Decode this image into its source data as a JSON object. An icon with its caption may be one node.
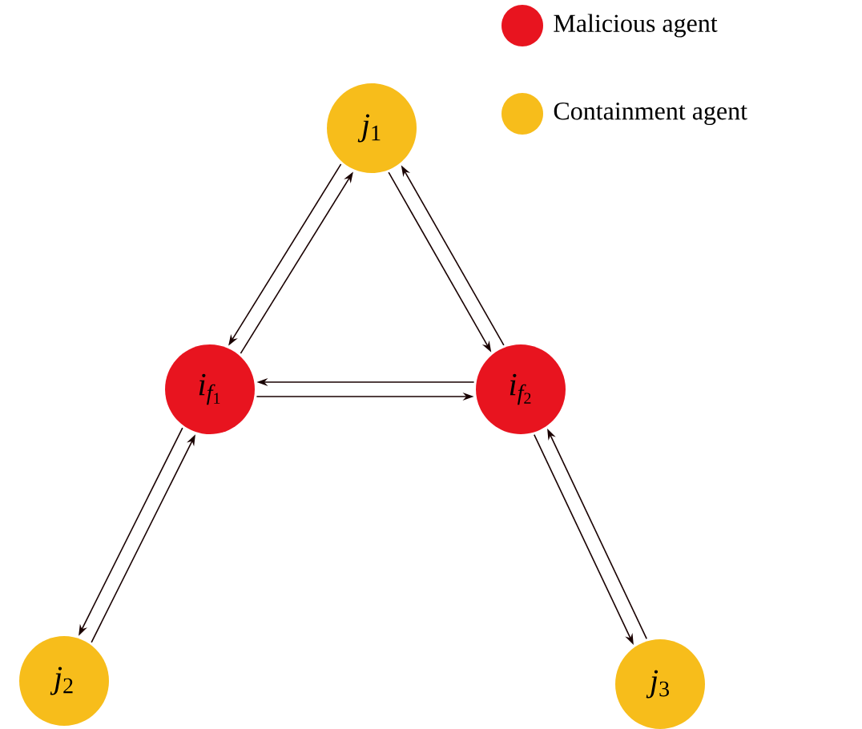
{
  "diagram": {
    "nodes": [
      {
        "text": [
          "j_1"
        ]
      },
      {
        "text": [
          "i_{f_1}"
        ]
      },
      {
        "text": [
          "i_{f_2}"
        ]
      },
      {
        "text": [
          "j_2"
        ]
      },
      {
        "text": [
          "j_3"
        ]
      }
    ],
    "edges": [
      {
        "from": 0,
        "to": 1,
        "arrow": "to"
      },
      {
        "from": 1,
        "to": 0,
        "arrow": "to"
      },
      {
        "from": 0,
        "to": 2,
        "arrow": "to"
      },
      {
        "from": 2,
        "to": 0,
        "arrow": "to"
      },
      {
        "from": 2,
        "to": 1,
        "arrow": "to"
      },
      {
        "from": 1,
        "to": 2,
        "arrow": "to"
      },
      {
        "from": 1,
        "to": 3,
        "arrow": "to"
      },
      {
        "from": 3,
        "to": 1,
        "arrow": "to"
      },
      {
        "from": 2,
        "to": 4,
        "arrow": "to"
      },
      {
        "from": 4,
        "to": 2,
        "arrow": "to"
      }
    ],
    "legend": [
      {
        "text": "Malicious agent",
        "color": "#e8141f"
      },
      {
        "text": "Containment agent",
        "color": "#f7bd1b"
      }
    ]
  }
}
